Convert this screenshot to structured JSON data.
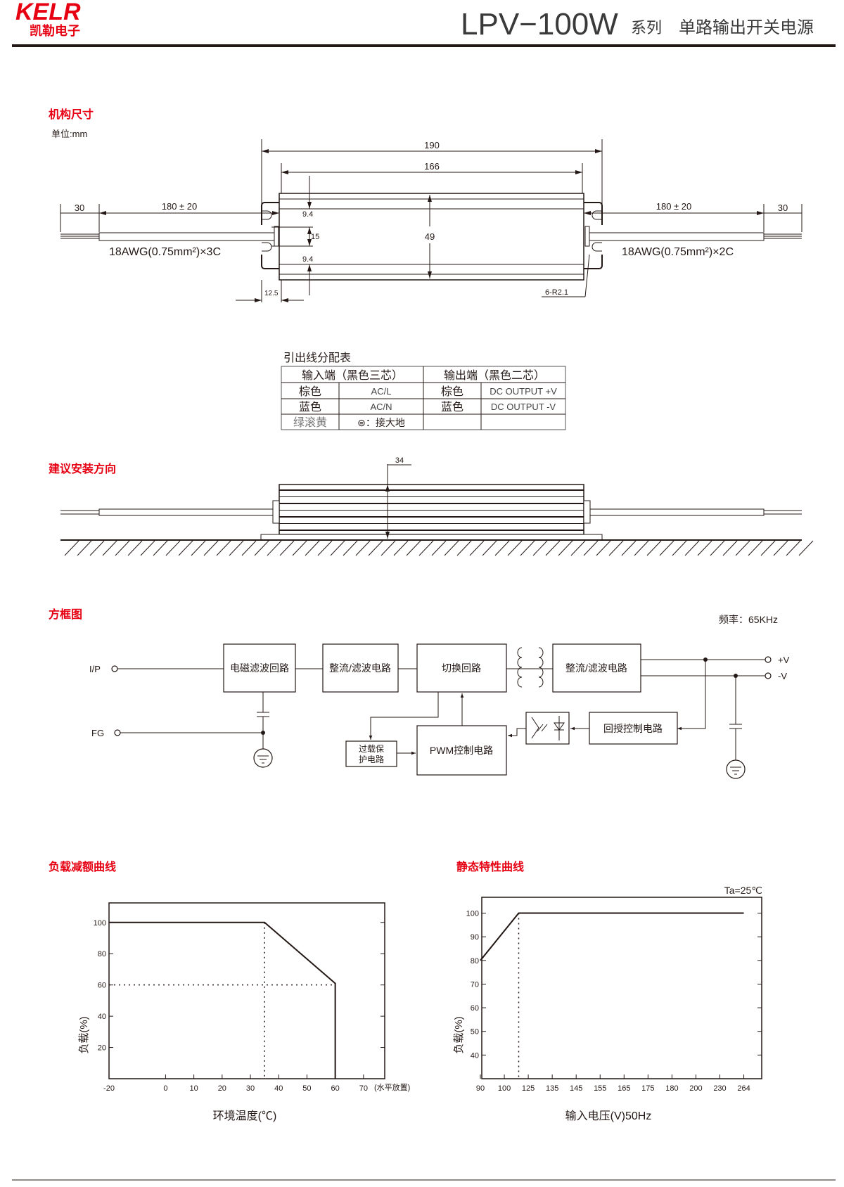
{
  "header": {
    "logo_text": "KELR",
    "logo_cn": "凯勒电子",
    "model": "LPV−100W",
    "series": "系列",
    "product": "单路输出开关电源",
    "brand_color": "#e60012"
  },
  "dimensions": {
    "title": "机构尺寸",
    "unit": "单位:mm",
    "overall": "190",
    "body": "166",
    "wire_left": "180 ± 20",
    "wire_right": "180 ± 20",
    "strip_left": "30",
    "strip_right": "30",
    "height": "49",
    "d_top": "9.4",
    "d_mid": "15",
    "d_bot": "9.4",
    "flange": "12.5",
    "holes": "6-R2.1",
    "cable_in": "18AWG(0.75mm²)×3C",
    "cable_out": "18AWG(0.75mm²)×2C"
  },
  "wiring_table": {
    "title": "引出线分配表",
    "input_header": "输入端（黑色三芯）",
    "output_header": "输出端（黑色二芯）",
    "rows": [
      {
        "in_color": "棕色",
        "in_func": "AC/L",
        "out_color": "棕色",
        "out_func": "DC OUTPUT +V"
      },
      {
        "in_color": "蓝色",
        "in_func": "AC/N",
        "out_color": "蓝色",
        "out_func": "DC OUTPUT -V"
      },
      {
        "in_color": "绿滚黄",
        "in_func": "⊜：接大地",
        "out_color": "",
        "out_func": ""
      }
    ]
  },
  "mounting": {
    "title": "建议安装方向",
    "height": "34"
  },
  "block_diagram": {
    "title": "方框图",
    "frequency": "频率：65KHz",
    "ip": "I/P",
    "fg": "FG",
    "pos": "+V",
    "neg": "-V",
    "emi": "电磁滤波回路",
    "rect1": "整流/滤波电路",
    "switch": "切换回路",
    "rect2": "整流/滤波电路",
    "olp1": "过载保",
    "olp2": "护电路",
    "pwm": "PWM控制电路",
    "feedback": "回授控制电路"
  },
  "chart_data": [
    {
      "type": "line",
      "title": "负载减额曲线",
      "xlabel": "环境温度(℃)",
      "ylabel": "负载(%)",
      "x_note": "(水平放置)",
      "xlim": [
        -20,
        77.5
      ],
      "ylim": [
        0,
        112.5
      ],
      "x_ticks": [
        -20,
        0,
        10,
        20,
        30,
        40,
        50,
        60,
        70
      ],
      "y_ticks": [
        20,
        40,
        60,
        80,
        100
      ],
      "series": [
        {
          "name": "derating",
          "x": [
            -20,
            35,
            60,
            60
          ],
          "y": [
            100,
            100,
            61,
            0
          ]
        }
      ],
      "guides": [
        {
          "x": [
            35,
            35
          ],
          "y": [
            100,
            0
          ]
        },
        {
          "x": [
            -20,
            60
          ],
          "y": [
            60,
            60
          ]
        }
      ]
    },
    {
      "type": "line",
      "title": "静态特性曲线",
      "annotation": "Ta=25℃",
      "xlabel": "输入电压(V)50Hz",
      "ylabel": "负载(%)",
      "x_ticks": [
        90,
        100,
        125,
        135,
        145,
        155,
        165,
        175,
        180,
        200,
        230,
        264
      ],
      "y_ticks": [
        40,
        50,
        60,
        70,
        80,
        90,
        100
      ],
      "ylim": [
        30,
        106.7
      ],
      "series": [
        {
          "name": "static",
          "x": [
            90,
            115,
            264
          ],
          "y": [
            80,
            100,
            100
          ]
        }
      ],
      "guides": [
        {
          "x": [
            115,
            115
          ],
          "y": [
            100,
            30
          ]
        }
      ]
    }
  ]
}
